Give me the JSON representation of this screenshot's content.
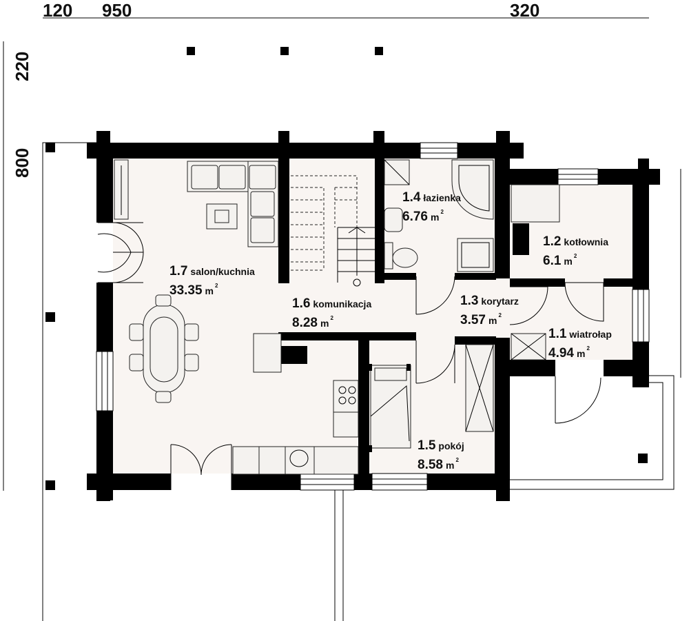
{
  "dimensions": {
    "top_left": "120",
    "top_mid": "950",
    "top_right": "320",
    "left_top": "220",
    "left_mid": "800"
  },
  "rooms": [
    {
      "id": "1.1",
      "name": "wiatrołap",
      "area": "4.94",
      "unit": "m",
      "sup": "2"
    },
    {
      "id": "1.2",
      "name": "kotłownia",
      "area": "6.1",
      "unit": "m",
      "sup": "2"
    },
    {
      "id": "1.3",
      "name": "korytarz",
      "area": "3.57",
      "unit": "m",
      "sup": "2"
    },
    {
      "id": "1.4",
      "name": "łazienka",
      "area": "6.76",
      "unit": "m",
      "sup": "2"
    },
    {
      "id": "1.5",
      "name": "pokój",
      "area": "8.58",
      "unit": "m",
      "sup": "2"
    },
    {
      "id": "1.6",
      "name": "komunikacja",
      "area": "8.28",
      "unit": "m",
      "sup": "2"
    },
    {
      "id": "1.7",
      "name": "salon/kuchnia",
      "area": "33.35",
      "unit": "m",
      "sup": "2"
    }
  ]
}
